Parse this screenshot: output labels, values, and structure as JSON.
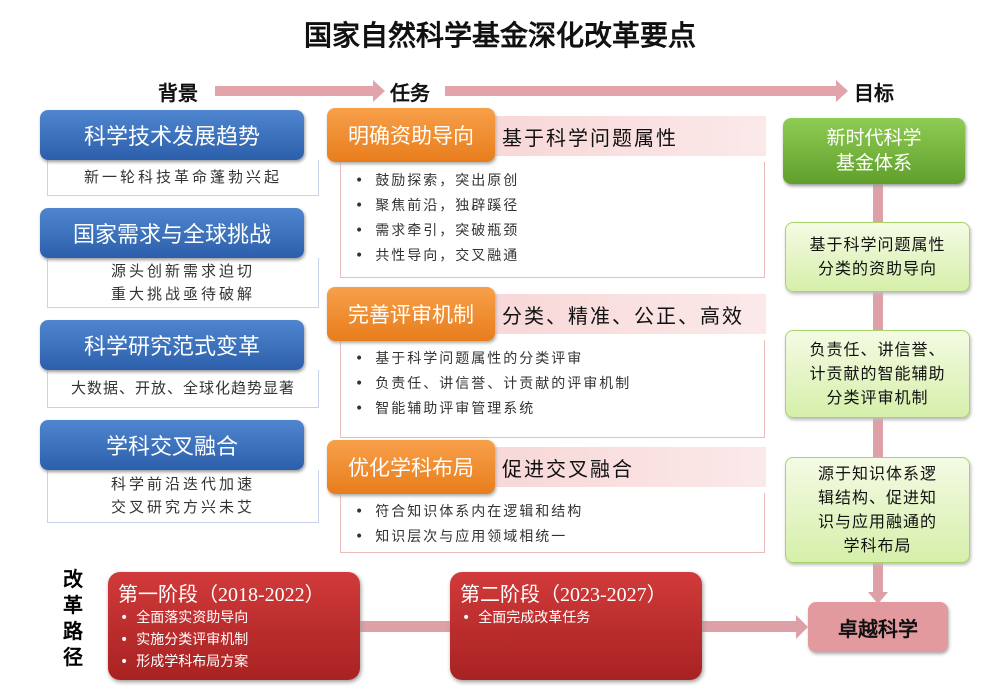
{
  "title": "国家自然科学基金深化改革要点",
  "headers": {
    "background": "背景",
    "tasks": "任务",
    "goals": "目标"
  },
  "background": [
    {
      "title": "科学技术发展趋势",
      "lines": [
        "新一轮科技革命蓬勃兴起"
      ]
    },
    {
      "title": "国家需求与全球挑战",
      "lines": [
        "源头创新需求迫切",
        "重大挑战亟待破解"
      ]
    },
    {
      "title": "科学研究范式变革",
      "lines": [
        "大数据、开放、全球化趋势显著"
      ]
    },
    {
      "title": "学科交叉融合",
      "lines": [
        "科学前沿迭代加速",
        "交叉研究方兴未艾"
      ]
    }
  ],
  "tasks": [
    {
      "title": "明确资助导向",
      "tagline": "基于科学问题属性",
      "bullets": [
        "鼓励探索，突出原创",
        "聚焦前沿，独辟蹊径",
        "需求牵引，突破瓶颈",
        "共性导向，交叉融通"
      ]
    },
    {
      "title": "完善评审机制",
      "tagline": "分类、精准、公正、高效",
      "bullets": [
        "基于科学问题属性的分类评审",
        "负责任、讲信誉、计贡献的评审机制",
        "智能辅助评审管理系统"
      ]
    },
    {
      "title": "优化学科布局",
      "tagline": "促进交叉融合",
      "bullets": [
        "符合知识体系内在逻辑和结构",
        "知识层次与应用领域相统一"
      ]
    }
  ],
  "goals": {
    "main": [
      "新时代科学",
      "基金体系"
    ],
    "items": [
      [
        "基于科学问题属性",
        "分类的资助导向"
      ],
      [
        "负责任、讲信誉、",
        "计贡献的智能辅助",
        "分类评审机制"
      ],
      [
        "源于知识体系逻",
        "辑结构、促进知",
        "识与应用融通的",
        "学科布局"
      ]
    ],
    "final": "卓越科学"
  },
  "path": {
    "label": [
      "改",
      "革",
      "路",
      "径"
    ],
    "stages": [
      {
        "title": "第一阶段（2018-2022）",
        "bullets": [
          "全面落实资助导向",
          "实施分类评审机制",
          "形成学科布局方案"
        ]
      },
      {
        "title": "第二阶段（2023-2027）",
        "bullets": [
          "全面完成改革任务"
        ]
      }
    ]
  },
  "colors": {
    "blue": "#2c5fab",
    "orange": "#e87d1c",
    "green": "#5f9f2a",
    "red": "#a82222",
    "arrow": "#dda0a6"
  }
}
